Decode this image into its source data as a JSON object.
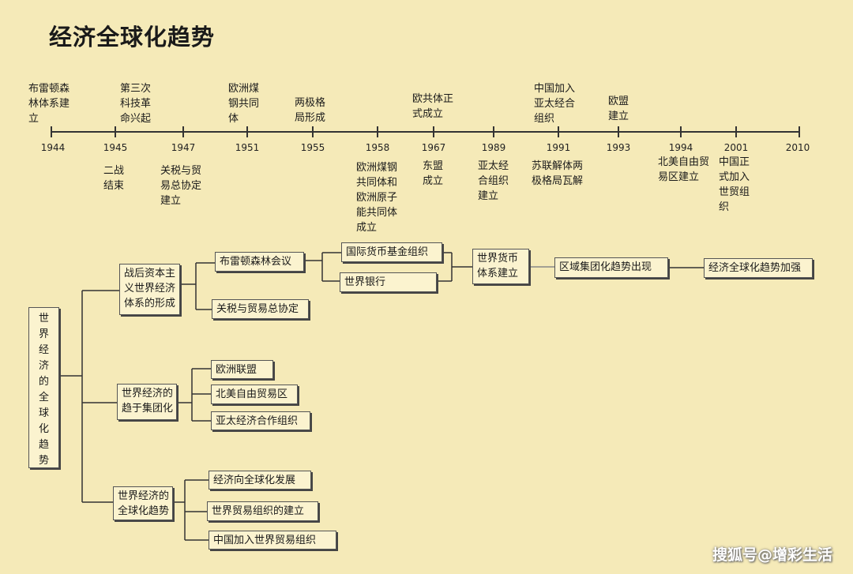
{
  "title": "经济全球化趋势",
  "timeline": {
    "years": [
      "1944",
      "1945",
      "1947",
      "1951",
      "1955",
      "1958",
      "1967",
      "1989",
      "1991",
      "1993",
      "1994",
      "2001",
      "2010"
    ],
    "events_above": {
      "e1944": "布雷顿森\n林体系建\n立",
      "e1945": "第三次\n科技革\n命兴起",
      "e1951": "欧洲煤\n钢共同\n体",
      "e1955": "两极格\n局形成",
      "e1967": "欧共体正\n式成立",
      "e1991": "中国加入\n亚太经合\n组织",
      "e1993": "欧盟\n建立"
    },
    "events_below": {
      "e1945": "二战\n结束",
      "e1947": "关税与贸\n易总协定\n建立",
      "e1958": "欧洲煤钢\n共同体和\n欧洲原子\n能共同体\n成立",
      "e1967": "东盟\n成立",
      "e1989": "亚太经\n合组织\n建立",
      "e1991": "苏联解体两\n极格局瓦解",
      "e1994": "北美自由贸\n易区建立",
      "e2001": "中国正\n式加入\n世贸组\n织"
    }
  },
  "tree": {
    "root": "世\n界\n经\n济\n的\n全\n球\n化\n趋\n势",
    "b1": {
      "label": "战后资本主\n义世界经济\n体系的形成",
      "bretton": "布雷顿森林会议",
      "imf": "国际货币基金组织",
      "worldbank": "世界银行",
      "gatt": "关税与贸易总协定",
      "monetary": "世界货币\n体系建立",
      "regional": "区域集团化趋势出现",
      "strengthen": "经济全球化趋势加强"
    },
    "b2": {
      "label": "世界经济的\n趋于集团化",
      "items": [
        "欧洲联盟",
        "北美自由贸易区",
        "亚太经济合作组织"
      ]
    },
    "b3": {
      "label": "世界经济的\n全球化趋势",
      "items": [
        "经济向全球化发展",
        "世界贸易组织的建立",
        "中国加入世界贸易组织"
      ]
    }
  },
  "watermark": "搜狐号@增彩生活"
}
